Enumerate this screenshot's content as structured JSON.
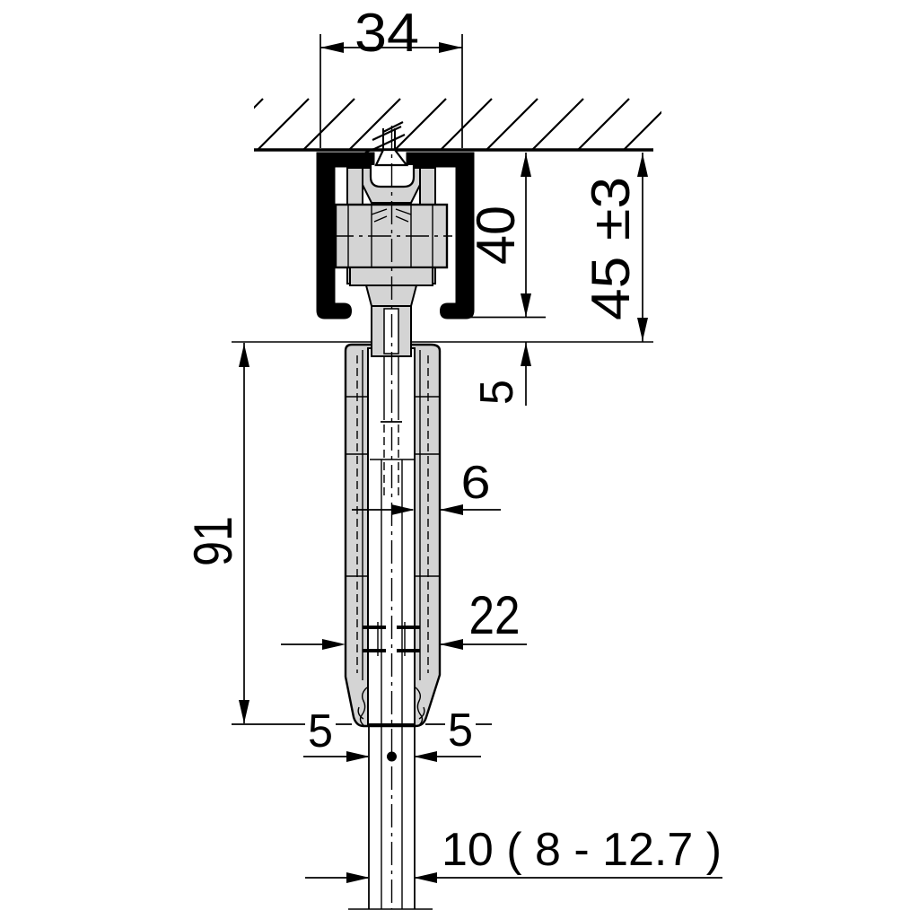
{
  "diagram": {
    "type": "technical-drawing",
    "subject": "ceiling-mounted sliding door track with roller carriage and glass clamp, cross-section",
    "colors": {
      "line": "#000000",
      "track_fill": "#000000",
      "hardware_fill": "#d4d4d4",
      "background": "#ffffff"
    },
    "dimensions": {
      "track_width": "34",
      "track_height": "40",
      "ceiling_to_door_top": "45 ±3",
      "track_to_door_gap": "5",
      "clamp_height": "91",
      "plate_thickness": "6",
      "clamp_width": "22",
      "glass_offset_left": "5",
      "glass_offset_right": "5",
      "glass_thickness_range": "10 ( 8 - 12.7 )"
    }
  }
}
